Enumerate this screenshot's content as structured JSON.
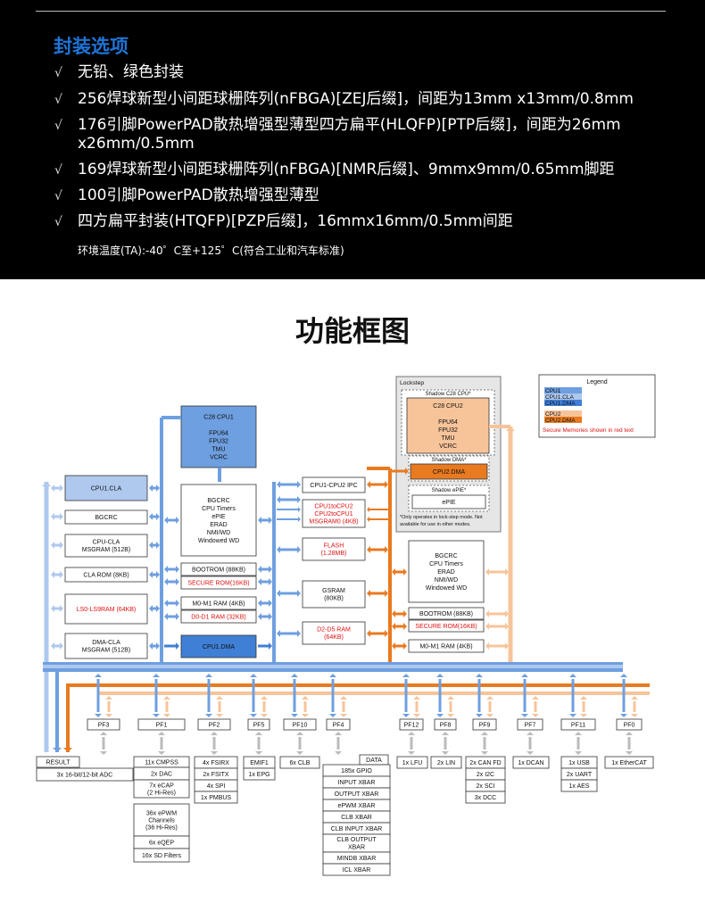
{
  "package": {
    "title": "封装选项",
    "check": "√",
    "items": [
      "无铅、绿色封装",
      "256焊球新型小间距球栅阵列(nFBGA)[ZEJ后缀]，间距为13mm x13mm/0.8mm",
      "176引脚PowerPAD散热增强型薄型四方扁平(HLQFP)[PTP后缀]，间距为26mm",
      "x26mm/0.5mm",
      "169焊球新型小间距球栅阵列(nFBGA)[NMR后缀]、9mmx9mm/0.65mm脚距",
      "100引脚PowerPAD散热增强型薄型",
      "四方扁平封装(HTQFP)[PZP后缀]，16mmx16mm/0.5mm间距"
    ],
    "env": "环境温度(TA):-40゜C至+125゜C(符合工业和汽车标准)"
  },
  "diagram": {
    "title": "功能框图",
    "legend": {
      "title": "Legend",
      "cpu1": [
        "CPU1",
        "CPU1.CLA",
        "CPU1.DMA"
      ],
      "cpu2": [
        "CPU2",
        "CPU2.DMA"
      ],
      "secure_note": "Secure Memories shown in red text"
    },
    "colors": {
      "blue_dark": "#3f7fd6",
      "blue_mid": "#6e9fe0",
      "blue_light": "#aec8ee",
      "orange_dark": "#e87a20",
      "orange_light": "#f7c49a",
      "secure_red": "#e01010"
    },
    "lockstep": {
      "title": "Lockstep",
      "shadow_cpu": "Shadow C28 CPU*",
      "cpu2_block": [
        "C28 CPU2",
        "",
        "FPU64",
        "FPU32",
        "TMU",
        "VCRC"
      ],
      "shadow_dma": "Shadow DMA*",
      "cpu2_dma": "CPU2.DMA",
      "shadow_epie": "Shadow ePIE*",
      "epie": "ePIE",
      "note": [
        "*Only operates in lock-step mode. Not",
        "available for use in other modes."
      ]
    },
    "cpu1": [
      "C28 CPU1",
      "",
      "FPU64",
      "FPU32",
      "TMU",
      "VCRC"
    ],
    "cla_col": {
      "cpu1_cla": "CPU1.CLA",
      "bgcrc": "BGCRC",
      "cpu_cla_msgram": [
        "CPU-CLA",
        "MSGRAM (512B)"
      ],
      "cla_rom": "CLA ROM (8KB)",
      "ls_ram": "LS0-LS9RAM (64KB)",
      "dma_cla_msgram": [
        "DMA-CLA",
        "MSGRAM (512B)"
      ]
    },
    "cpu1_sys": [
      "BGCRC",
      "CPU Timers",
      "ePIE",
      "ERAD",
      "NMI/WD",
      "Windowed WD"
    ],
    "cpu1_mem": {
      "bootrom": "BOOTROM (88KB)",
      "secure_rom": "SECURE ROM(16KB)",
      "m0m1": "M0-M1 RAM (4KB)",
      "d0d1": "D0-D1 RAM (32KB)",
      "cpu1_dma": "CPU1.DMA"
    },
    "shared": {
      "ipc": "CPU1-CPU2 IPC",
      "msg": [
        "CPU1toCPU2",
        "CPU2toCPU1",
        "MSGRAM0 (4KB)"
      ],
      "flash": [
        "FLASH",
        "(1.28MB)"
      ],
      "gsram": [
        "GSRAM",
        "(80KB)"
      ],
      "d2d5": [
        "D2-D5 RAM",
        "(64KB)"
      ]
    },
    "cpu2_sys": [
      "BGCRC",
      "CPU Timers",
      "ERAD",
      "NMI/WD",
      "Windowed WD"
    ],
    "cpu2_mem": {
      "bootrom": "BOOTROM (88KB)",
      "secure_rom": "SECURE ROM(16KB)",
      "m0m1": "M0-M1 RAM (4KB)"
    },
    "pf_labels": [
      "PF3",
      "PF1",
      "PF2",
      "PF5",
      "PF10",
      "PF4",
      "PF12",
      "PF8",
      "PF9",
      "PF7",
      "PF11",
      "PF0"
    ],
    "result": "RESULT",
    "data": "DATA",
    "adc": "3x 16-bit/12-bit ADC",
    "pf1_list": [
      "11x CMPSS",
      "2x DAC",
      [
        "7x eCAP",
        "(2 Hi-Res)"
      ],
      [
        "36x ePWM",
        "Channels",
        "(36 Hi-Res)"
      ],
      "6x eQEP",
      "16x SD Filters"
    ],
    "pf2_list": [
      "4x FSIRX",
      "2x FSITX",
      "4x SPI",
      "1x PMBUS"
    ],
    "pf5_list": [
      "EMIF1",
      "1x EPG"
    ],
    "pf10_list": [
      "6x CLB"
    ],
    "pf4_list": [
      "185x GPIO",
      "INPUT XBAR",
      "OUTPUT XBAR",
      "ePWM XBAR",
      "CLB XBAR",
      "CLB INPUT XBAR",
      [
        "CLB OUTPUT",
        "XBAR"
      ],
      "MINDB XBAR",
      "ICL XBAR"
    ],
    "pf12_list": [
      "1x LFU"
    ],
    "pf8_list": [
      "2x LIN"
    ],
    "pf9_list": [
      "2x CAN FD",
      "2x I2C",
      "2x SCI",
      "3x DCC"
    ],
    "pf7_list": [
      "1x DCAN"
    ],
    "pf11_list": [
      "1x USB",
      "2x UART",
      "1x AES"
    ],
    "pf0_list": [
      "1x EtherCAT"
    ]
  }
}
